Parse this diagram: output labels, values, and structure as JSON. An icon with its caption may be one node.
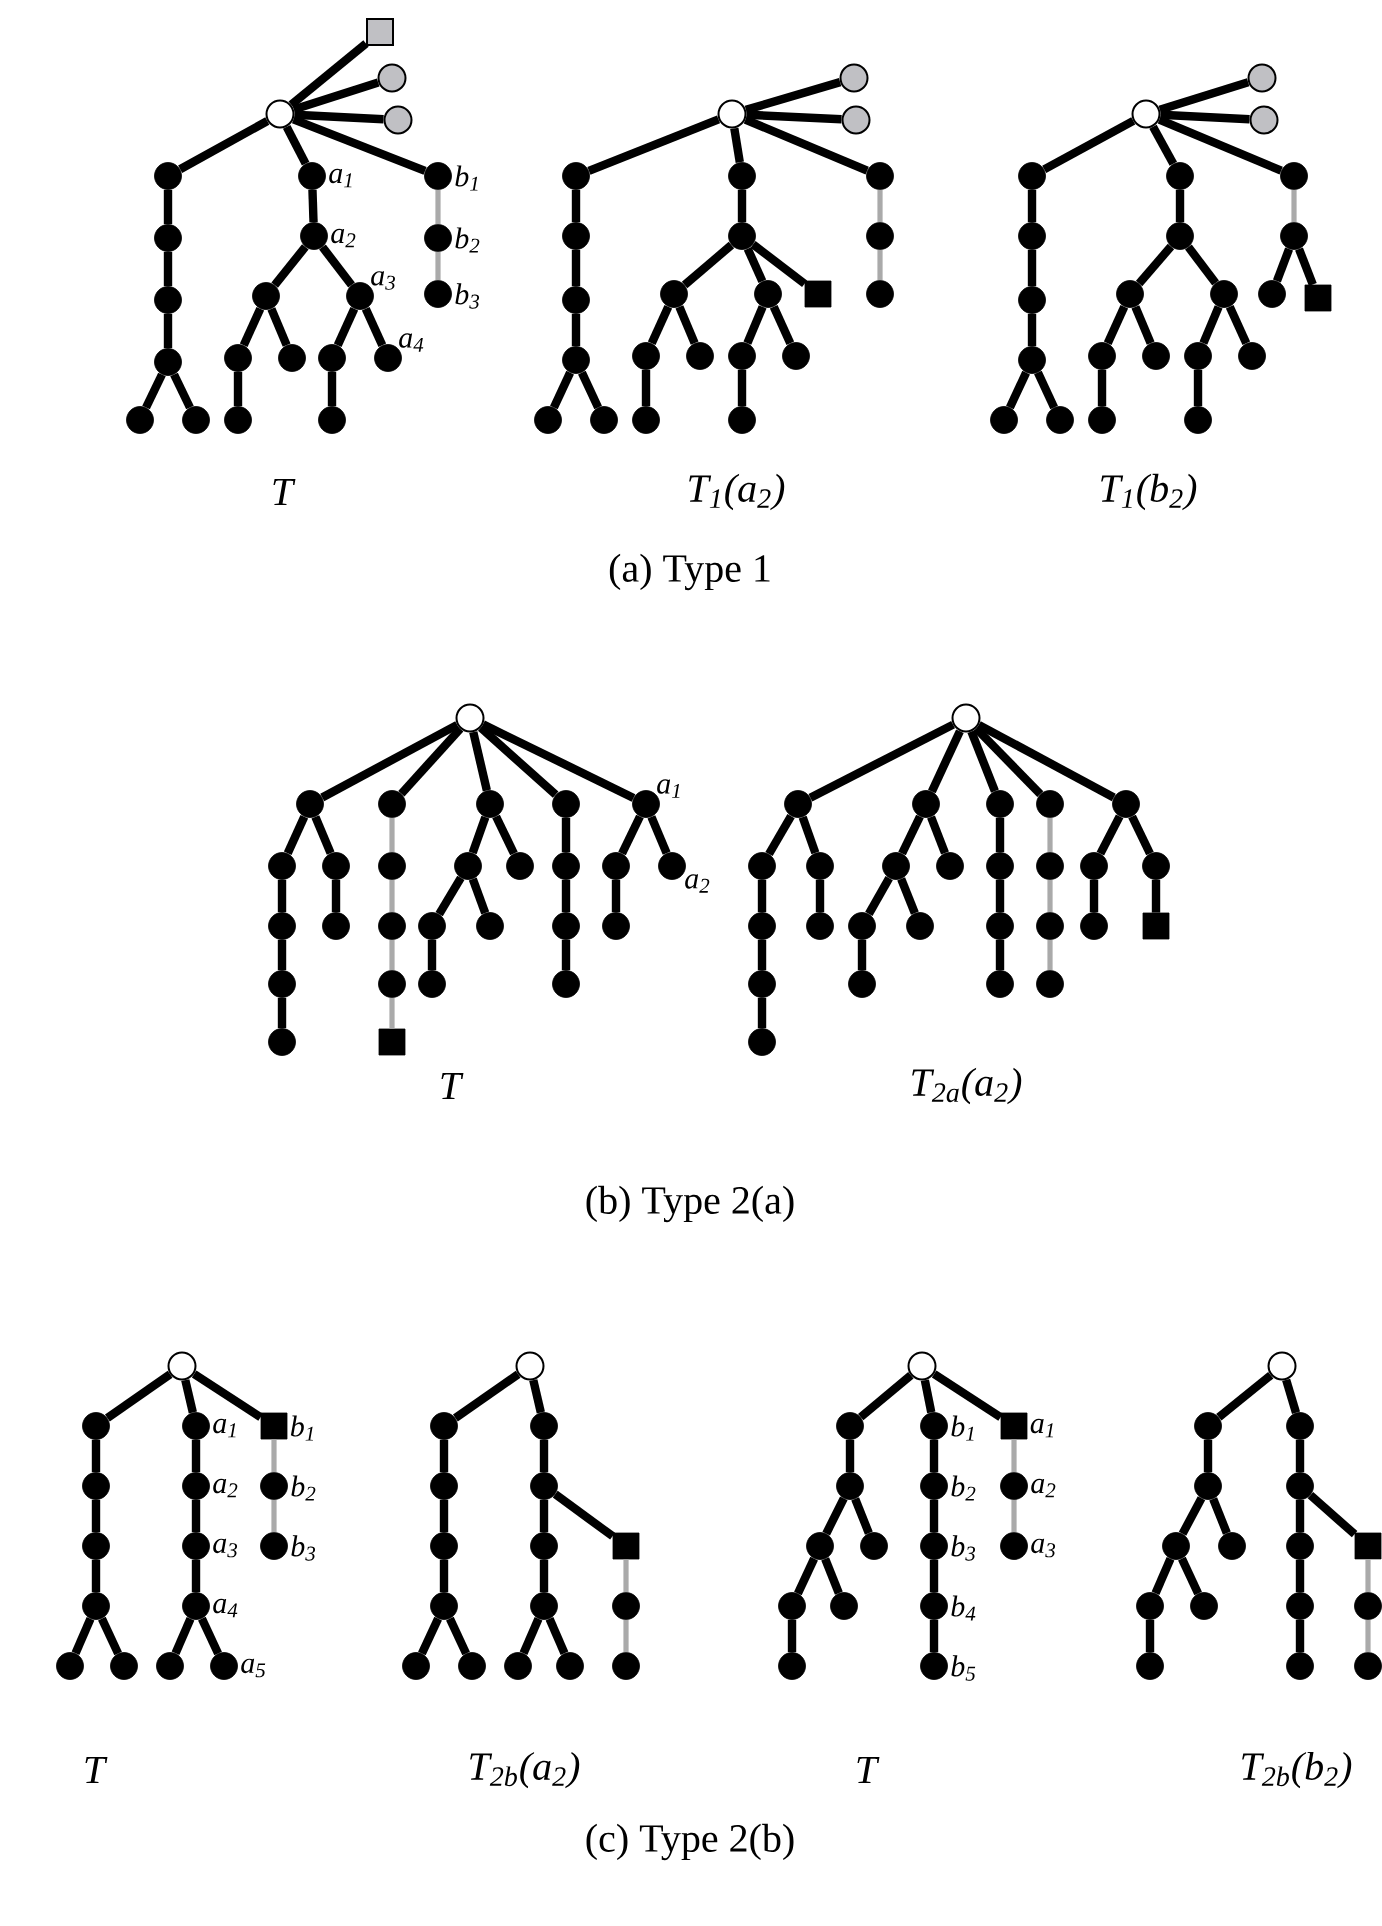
{
  "diagram": {
    "nodes": [
      {
        "text": [],
        "shape": "circle"
      },
      {
        "text": [],
        "shape": "box"
      },
      {
        "text": [],
        "shape": "circle"
      },
      {
        "text": [],
        "shape": "circle"
      },
      {
        "text": [],
        "shape": "circle"
      },
      {
        "text": [],
        "shape": "circle"
      },
      {
        "text": [],
        "shape": "circle"
      },
      {
        "text": [],
        "shape": "circle"
      },
      {
        "text": [],
        "shape": "circle"
      },
      {
        "text": [],
        "shape": "circle"
      },
      {
        "text": [],
        "shape": "circle",
        "beside": [
          "a$_{1}$"
        ]
      },
      {
        "text": [],
        "shape": "circle",
        "beside": [
          "a$_{2}$"
        ]
      },
      {
        "text": [],
        "shape": "circle"
      },
      {
        "text": [],
        "shape": "circle",
        "beside": [
          "a$_{3}$"
        ]
      },
      {
        "text": [],
        "shape": "circle"
      },
      {
        "text": [],
        "shape": "circle"
      },
      {
        "text": [],
        "shape": "circle"
      },
      {
        "text": [],
        "shape": "circle",
        "beside": [
          "a$_{4}$"
        ]
      },
      {
        "text": [],
        "shape": "circle"
      },
      {
        "text": [],
        "shape": "circle"
      },
      {
        "text": [],
        "shape": "circle",
        "beside": [
          "b$_{1}$"
        ]
      },
      {
        "text": [],
        "shape": "circle",
        "beside": [
          "b$_{2}$"
        ]
      },
      {
        "text": [],
        "shape": "circle",
        "beside": [
          "b$_{3}$"
        ]
      },
      {
        "text": [],
        "shape": "circle"
      },
      {
        "text": [],
        "shape": "circle"
      },
      {
        "text": [],
        "shape": "circle"
      },
      {
        "text": [],
        "shape": "circle"
      },
      {
        "text": [],
        "shape": "circle"
      },
      {
        "text": [],
        "shape": "circle"
      },
      {
        "text": [],
        "shape": "circle"
      },
      {
        "text": [],
        "shape": "circle"
      },
      {
        "text": [],
        "shape": "circle"
      },
      {
        "text": [],
        "shape": "circle"
      },
      {
        "text": [],
        "shape": "circle"
      },
      {
        "text": [],
        "shape": "circle"
      },
      {
        "text": [],
        "shape": "circle"
      },
      {
        "text": [],
        "shape": "box"
      },
      {
        "text": [],
        "shape": "circle"
      },
      {
        "text": [],
        "shape": "circle"
      },
      {
        "text": [],
        "shape": "circle"
      },
      {
        "text": [],
        "shape": "circle"
      },
      {
        "text": [],
        "shape": "circle"
      },
      {
        "text": [],
        "shape": "circle"
      },
      {
        "text": [],
        "shape": "circle"
      },
      {
        "text": [],
        "shape": "circle"
      },
      {
        "text": [],
        "shape": "circle"
      },
      {
        "text": [],
        "shape": "circle"
      },
      {
        "text": [],
        "shape": "circle"
      },
      {
        "text": [],
        "shape": "circle"
      },
      {
        "text": [],
        "shape": "circle"
      },
      {
        "text": [],
        "shape": "circle"
      },
      {
        "text": [],
        "shape": "circle"
      },
      {
        "text": [],
        "shape": "circle"
      },
      {
        "text": [],
        "shape": "circle"
      },
      {
        "text": [],
        "shape": "circle"
      },
      {
        "text": [],
        "shape": "circle"
      },
      {
        "text": [],
        "shape": "circle"
      },
      {
        "text": [],
        "shape": "circle"
      },
      {
        "text": [],
        "shape": "circle"
      },
      {
        "text": [],
        "shape": "circle"
      },
      {
        "text": [],
        "shape": "circle"
      },
      {
        "text": [],
        "shape": "circle"
      },
      {
        "text": [],
        "shape": "circle"
      },
      {
        "text": [],
        "shape": "circle"
      },
      {
        "text": [],
        "shape": "circle"
      },
      {
        "text": [],
        "shape": "circle"
      },
      {
        "text": [],
        "shape": "circle"
      },
      {
        "text": [],
        "shape": "circle"
      },
      {
        "text": [],
        "shape": "box"
      },
      {
        "text": [],
        "shape": "circle"
      },
      {
        "text": [],
        "shape": "circle"
      },
      {
        "text": [],
        "shape": "circle"
      },
      {
        "text": [],
        "shape": "circle"
      },
      {
        "text": [],
        "shape": "circle"
      },
      {
        "text": [],
        "shape": "circle"
      },
      {
        "text": [],
        "shape": "circle"
      },
      {
        "text": [],
        "shape": "circle"
      },
      {
        "text": [],
        "shape": "circle"
      },
      {
        "text": [],
        "shape": "circle"
      },
      {
        "text": [],
        "shape": "circle"
      },
      {
        "text": [],
        "shape": "circle"
      },
      {
        "text": [],
        "shape": "box"
      },
      {
        "text": [],
        "shape": "circle"
      },
      {
        "text": [],
        "shape": "circle"
      },
      {
        "text": [],
        "shape": "circle"
      },
      {
        "text": [],
        "shape": "circle"
      },
      {
        "text": [],
        "shape": "circle"
      },
      {
        "text": [],
        "shape": "circle"
      },
      {
        "text": [],
        "shape": "circle"
      },
      {
        "text": [],
        "shape": "circle"
      },
      {
        "text": [],
        "shape": "circle"
      },
      {
        "text": [],
        "shape": "circle"
      },
      {
        "text": [],
        "shape": "circle",
        "beside": [
          "a$_{1}$"
        ]
      },
      {
        "text": [],
        "shape": "circle"
      },
      {
        "text": [],
        "shape": "circle"
      },
      {
        "text": [],
        "shape": "circle",
        "beside": [
          "a$_{2}$"
        ]
      },
      {
        "text": [],
        "shape": "circle"
      },
      {
        "text": [],
        "shape": "circle"
      },
      {
        "text": [],
        "shape": "circle"
      },
      {
        "text": [],
        "shape": "circle"
      },
      {
        "text": [],
        "shape": "circle"
      },
      {
        "text": [],
        "shape": "circle"
      },
      {
        "text": [],
        "shape": "circle"
      },
      {
        "text": [],
        "shape": "circle"
      },
      {
        "text": [],
        "shape": "circle"
      },
      {
        "text": [],
        "shape": "circle"
      },
      {
        "text": [],
        "shape": "circle"
      },
      {
        "text": [],
        "shape": "circle"
      },
      {
        "text": [],
        "shape": "circle"
      },
      {
        "text": [],
        "shape": "circle"
      },
      {
        "text": [],
        "shape": "circle"
      },
      {
        "text": [],
        "shape": "circle"
      },
      {
        "text": [],
        "shape": "circle"
      },
      {
        "text": [],
        "shape": "circle"
      },
      {
        "text": [],
        "shape": "circle"
      },
      {
        "text": [],
        "shape": "circle"
      },
      {
        "text": [],
        "shape": "circle"
      },
      {
        "text": [],
        "shape": "circle"
      },
      {
        "text": [],
        "shape": "circle"
      },
      {
        "text": [],
        "shape": "circle"
      },
      {
        "text": [],
        "shape": "circle"
      },
      {
        "text": [],
        "shape": "circle"
      },
      {
        "text": [],
        "shape": "box"
      },
      {
        "text": [],
        "shape": "circle"
      },
      {
        "text": [],
        "shape": "circle"
      },
      {
        "text": [],
        "shape": "circle"
      },
      {
        "text": [],
        "shape": "circle"
      },
      {
        "text": [],
        "shape": "circle"
      },
      {
        "text": [],
        "shape": "circle"
      },
      {
        "text": [],
        "shape": "circle"
      },
      {
        "text": [],
        "shape": "circle",
        "beside": [
          "a$_{1}$"
        ]
      },
      {
        "text": [],
        "shape": "circle",
        "beside": [
          "a$_{2}$"
        ]
      },
      {
        "text": [],
        "shape": "circle",
        "beside": [
          "a$_{3}$"
        ]
      },
      {
        "text": [],
        "shape": "circle",
        "beside": [
          "a$_{4}$"
        ]
      },
      {
        "text": [],
        "shape": "circle"
      },
      {
        "text": [],
        "shape": "circle",
        "beside": [
          "a$_{5}$"
        ]
      },
      {
        "text": [],
        "shape": "box",
        "beside": [
          "b$_{1}$"
        ]
      },
      {
        "text": [],
        "shape": "circle",
        "beside": [
          "b$_{2}$"
        ]
      },
      {
        "text": [],
        "shape": "circle",
        "beside": [
          "b$_{3}$"
        ]
      },
      {
        "text": [],
        "shape": "circle"
      },
      {
        "text": [],
        "shape": "circle"
      },
      {
        "text": [],
        "shape": "circle"
      },
      {
        "text": [],
        "shape": "circle"
      },
      {
        "text": [],
        "shape": "circle"
      },
      {
        "text": [],
        "shape": "circle"
      },
      {
        "text": [],
        "shape": "circle"
      },
      {
        "text": [],
        "shape": "circle"
      },
      {
        "text": [],
        "shape": "circle"
      },
      {
        "text": [],
        "shape": "circle"
      },
      {
        "text": [],
        "shape": "circle"
      },
      {
        "text": [],
        "shape": "circle"
      },
      {
        "text": [],
        "shape": "circle"
      },
      {
        "text": [],
        "shape": "box"
      },
      {
        "text": [],
        "shape": "circle"
      },
      {
        "text": [],
        "shape": "circle"
      },
      {
        "text": [],
        "shape": "circle"
      },
      {
        "text": [],
        "shape": "circle"
      },
      {
        "text": [],
        "shape": "circle"
      },
      {
        "text": [],
        "shape": "circle"
      },
      {
        "text": [],
        "shape": "circle"
      },
      {
        "text": [],
        "shape": "circle"
      },
      {
        "text": [],
        "shape": "circle"
      },
      {
        "text": [],
        "shape": "circle"
      },
      {
        "text": [],
        "shape": "circle",
        "beside": [
          "b$_{1}$"
        ]
      },
      {
        "text": [],
        "shape": "circle",
        "beside": [
          "b$_{2}$"
        ]
      },
      {
        "text": [],
        "shape": "circle",
        "beside": [
          "b$_{3}$"
        ]
      },
      {
        "text": [],
        "shape": "circle",
        "beside": [
          "b$_{4}$"
        ]
      },
      {
        "text": [],
        "shape": "circle",
        "beside": [
          "b$_{5}$"
        ]
      },
      {
        "text": [],
        "shape": "box",
        "beside": [
          "a$_{1}$"
        ]
      },
      {
        "text": [],
        "shape": "circle",
        "beside": [
          "a$_{2}$"
        ]
      },
      {
        "text": [],
        "shape": "circle",
        "beside": [
          "a$_{3}$"
        ]
      },
      {
        "text": [],
        "shape": "circle"
      },
      {
        "text": [],
        "shape": "circle"
      },
      {
        "text": [],
        "shape": "circle"
      },
      {
        "text": [],
        "shape": "circle"
      },
      {
        "text": [],
        "shape": "circle"
      },
      {
        "text": [],
        "shape": "circle"
      },
      {
        "text": [],
        "shape": "circle"
      },
      {
        "text": [],
        "shape": "circle"
      },
      {
        "text": [],
        "shape": "circle"
      },
      {
        "text": [],
        "shape": "circle"
      },
      {
        "text": [],
        "shape": "circle"
      },
      {
        "text": [],
        "shape": "circle"
      },
      {
        "text": [],
        "shape": "circle"
      },
      {
        "text": [],
        "shape": "box"
      },
      {
        "text": [],
        "shape": "circle"
      },
      {
        "text": [],
        "shape": "circle"
      }
    ],
    "edges": [
      {
        "from": 0,
        "to": 1,
        "arrow": "none"
      },
      {
        "from": 0,
        "to": 2,
        "arrow": "none"
      },
      {
        "from": 0,
        "to": 3,
        "arrow": "none"
      },
      {
        "from": 0,
        "to": 4,
        "arrow": "none"
      },
      {
        "from": 0,
        "to": 10,
        "arrow": "none"
      },
      {
        "from": 0,
        "to": 20,
        "arrow": "none"
      },
      {
        "from": 4,
        "to": 5,
        "arrow": "none"
      },
      {
        "from": 5,
        "to": 6,
        "arrow": "none"
      },
      {
        "from": 6,
        "to": 7,
        "arrow": "none"
      },
      {
        "from": 7,
        "to": 8,
        "arrow": "none"
      },
      {
        "from": 7,
        "to": 9,
        "arrow": "none"
      },
      {
        "from": 10,
        "to": 11,
        "arrow": "none"
      },
      {
        "from": 11,
        "to": 12,
        "arrow": "none"
      },
      {
        "from": 11,
        "to": 13,
        "arrow": "none"
      },
      {
        "from": 12,
        "to": 14,
        "arrow": "none"
      },
      {
        "from": 12,
        "to": 15,
        "arrow": "none"
      },
      {
        "from": 13,
        "to": 16,
        "arrow": "none"
      },
      {
        "from": 13,
        "to": 17,
        "arrow": "none"
      },
      {
        "from": 14,
        "to": 18,
        "arrow": "none"
      },
      {
        "from": 16,
        "to": 19,
        "arrow": "none"
      },
      {
        "from": 20,
        "to": 21,
        "arrow": "none",
        "color": "#aaaaaa"
      },
      {
        "from": 21,
        "to": 22,
        "arrow": "none",
        "color": "#aaaaaa"
      },
      {
        "from": 23,
        "to": 24,
        "arrow": "none"
      },
      {
        "from": 23,
        "to": 25,
        "arrow": "none"
      },
      {
        "from": 23,
        "to": 26,
        "arrow": "none"
      },
      {
        "from": 23,
        "to": 32,
        "arrow": "none"
      },
      {
        "from": 23,
        "to": 43,
        "arrow": "none"
      },
      {
        "from": 26,
        "to": 27,
        "arrow": "none"
      },
      {
        "from": 27,
        "to": 28,
        "arrow": "none"
      },
      {
        "from": 28,
        "to": 29,
        "arrow": "none"
      },
      {
        "from": 29,
        "to": 30,
        "arrow": "none"
      },
      {
        "from": 29,
        "to": 31,
        "arrow": "none"
      },
      {
        "from": 32,
        "to": 33,
        "arrow": "none"
      },
      {
        "from": 33,
        "to": 34,
        "arrow": "none"
      },
      {
        "from": 33,
        "to": 35,
        "arrow": "none"
      },
      {
        "from": 33,
        "to": 36,
        "arrow": "none"
      },
      {
        "from": 34,
        "to": 37,
        "arrow": "none"
      },
      {
        "from": 34,
        "to": 38,
        "arrow": "none"
      },
      {
        "from": 35,
        "to": 39,
        "arrow": "none"
      },
      {
        "from": 35,
        "to": 40,
        "arrow": "none"
      },
      {
        "from": 37,
        "to": 41,
        "arrow": "none"
      },
      {
        "from": 39,
        "to": 42,
        "arrow": "none"
      },
      {
        "from": 43,
        "to": 44,
        "arrow": "none",
        "color": "#aaaaaa"
      },
      {
        "from": 44,
        "to": 45,
        "arrow": "none",
        "color": "#aaaaaa"
      },
      {
        "from": 46,
        "to": 47,
        "arrow": "none"
      },
      {
        "from": 46,
        "to": 48,
        "arrow": "none"
      },
      {
        "from": 46,
        "to": 49,
        "arrow": "none"
      },
      {
        "from": 46,
        "to": 55,
        "arrow": "none"
      },
      {
        "from": 46,
        "to": 65,
        "arrow": "none"
      },
      {
        "from": 49,
        "to": 50,
        "arrow": "none"
      },
      {
        "from": 50,
        "to": 51,
        "arrow": "none"
      },
      {
        "from": 51,
        "to": 52,
        "arrow": "none"
      },
      {
        "from": 52,
        "to": 53,
        "arrow": "none"
      },
      {
        "from": 52,
        "to": 54,
        "arrow": "none"
      },
      {
        "from": 55,
        "to": 56,
        "arrow": "none"
      },
      {
        "from": 56,
        "to": 57,
        "arrow": "none"
      },
      {
        "from": 56,
        "to": 58,
        "arrow": "none"
      },
      {
        "from": 57,
        "to": 59,
        "arrow": "none"
      },
      {
        "from": 57,
        "to": 60,
        "arrow": "none"
      },
      {
        "from": 58,
        "to": 61,
        "arrow": "none"
      },
      {
        "from": 58,
        "to": 62,
        "arrow": "none"
      },
      {
        "from": 59,
        "to": 63,
        "arrow": "none"
      },
      {
        "from": 61,
        "to": 64,
        "arrow": "none"
      },
      {
        "from": 65,
        "to": 66,
        "arrow": "none",
        "color": "#aaaaaa"
      },
      {
        "from": 66,
        "to": 67,
        "arrow": "none"
      },
      {
        "from": 66,
        "to": 68,
        "arrow": "none"
      },
      {
        "from": 69,
        "to": 70,
        "arrow": "none"
      },
      {
        "from": 69,
        "to": 77,
        "arrow": "none"
      },
      {
        "from": 69,
        "to": 82,
        "arrow": "none"
      },
      {
        "from": 69,
        "to": 88,
        "arrow": "none"
      },
      {
        "from": 69,
        "to": 92,
        "arrow": "none"
      },
      {
        "from": 70,
        "to": 71,
        "arrow": "none"
      },
      {
        "from": 71,
        "to": 72,
        "arrow": "none"
      },
      {
        "from": 72,
        "to": 73,
        "arrow": "none"
      },
      {
        "from": 73,
        "to": 74,
        "arrow": "none"
      },
      {
        "from": 70,
        "to": 75,
        "arrow": "none"
      },
      {
        "from": 75,
        "to": 76,
        "arrow": "none"
      },
      {
        "from": 77,
        "to": 78,
        "arrow": "none",
        "color": "#aaaaaa"
      },
      {
        "from": 78,
        "to": 79,
        "arrow": "none",
        "color": "#aaaaaa"
      },
      {
        "from": 79,
        "to": 80,
        "arrow": "none",
        "color": "#aaaaaa"
      },
      {
        "from": 80,
        "to": 81,
        "arrow": "none",
        "color": "#aaaaaa"
      },
      {
        "from": 82,
        "to": 83,
        "arrow": "none"
      },
      {
        "from": 83,
        "to": 84,
        "arrow": "none"
      },
      {
        "from": 84,
        "to": 85,
        "arrow": "none"
      },
      {
        "from": 83,
        "to": 86,
        "arrow": "none"
      },
      {
        "from": 82,
        "to": 87,
        "arrow": "none"
      },
      {
        "from": 88,
        "to": 89,
        "arrow": "none"
      },
      {
        "from": 89,
        "to": 90,
        "arrow": "none"
      },
      {
        "from": 90,
        "to": 91,
        "arrow": "none"
      },
      {
        "from": 92,
        "to": 93,
        "arrow": "none"
      },
      {
        "from": 93,
        "to": 94,
        "arrow": "none"
      },
      {
        "from": 92,
        "to": 95,
        "arrow": "none"
      },
      {
        "from": 96,
        "to": 97,
        "arrow": "none"
      },
      {
        "from": 96,
        "to": 104,
        "arrow": "none"
      },
      {
        "from": 96,
        "to": 110,
        "arrow": "none"
      },
      {
        "from": 96,
        "to": 114,
        "arrow": "none"
      },
      {
        "from": 96,
        "to": 118,
        "arrow": "none"
      },
      {
        "from": 97,
        "to": 98,
        "arrow": "none"
      },
      {
        "from": 98,
        "to": 99,
        "arrow": "none"
      },
      {
        "from": 99,
        "to": 100,
        "arrow": "none"
      },
      {
        "from": 100,
        "to": 101,
        "arrow": "none"
      },
      {
        "from": 97,
        "to": 102,
        "arrow": "none"
      },
      {
        "from": 102,
        "to": 103,
        "arrow": "none"
      },
      {
        "from": 104,
        "to": 105,
        "arrow": "none"
      },
      {
        "from": 105,
        "to": 106,
        "arrow": "none"
      },
      {
        "from": 106,
        "to": 107,
        "arrow": "none"
      },
      {
        "from": 105,
        "to": 108,
        "arrow": "none"
      },
      {
        "from": 104,
        "to": 109,
        "arrow": "none"
      },
      {
        "from": 110,
        "to": 111,
        "arrow": "none"
      },
      {
        "from": 111,
        "to": 112,
        "arrow": "none"
      },
      {
        "from": 112,
        "to": 113,
        "arrow": "none"
      },
      {
        "from": 114,
        "to": 115,
        "arrow": "none",
        "color": "#aaaaaa"
      },
      {
        "from": 115,
        "to": 116,
        "arrow": "none",
        "color": "#aaaaaa"
      },
      {
        "from": 116,
        "to": 117,
        "arrow": "none",
        "color": "#aaaaaa"
      },
      {
        "from": 118,
        "to": 119,
        "arrow": "none"
      },
      {
        "from": 119,
        "to": 120,
        "arrow": "none"
      },
      {
        "from": 118,
        "to": 121,
        "arrow": "none"
      },
      {
        "from": 121,
        "to": 122,
        "arrow": "none"
      },
      {
        "from": 123,
        "to": 124,
        "arrow": "none"
      },
      {
        "from": 123,
        "to": 130,
        "arrow": "none"
      },
      {
        "from": 123,
        "to": 136,
        "arrow": "none"
      },
      {
        "from": 124,
        "to": 125,
        "arrow": "none"
      },
      {
        "from": 125,
        "to": 126,
        "arrow": "none"
      },
      {
        "from": 126,
        "to": 127,
        "arrow": "none"
      },
      {
        "from": 127,
        "to": 128,
        "arrow": "none"
      },
      {
        "from": 127,
        "to": 129,
        "arrow": "none"
      },
      {
        "from": 130,
        "to": 131,
        "arrow": "none"
      },
      {
        "from": 131,
        "to": 132,
        "arrow": "none"
      },
      {
        "from": 132,
        "to": 133,
        "arrow": "none"
      },
      {
        "from": 133,
        "to": 134,
        "arrow": "none"
      },
      {
        "from": 133,
        "to": 135,
        "arrow": "none"
      },
      {
        "from": 136,
        "to": 137,
        "arrow": "none",
        "color": "#aaaaaa"
      },
      {
        "from": 137,
        "to": 138,
        "arrow": "none",
        "color": "#aaaaaa"
      },
      {
        "from": 139,
        "to": 140,
        "arrow": "none"
      },
      {
        "from": 139,
        "to": 146,
        "arrow": "none"
      },
      {
        "from": 140,
        "to": 141,
        "arrow": "none"
      },
      {
        "from": 141,
        "to": 142,
        "arrow": "none"
      },
      {
        "from": 142,
        "to": 143,
        "arrow": "none"
      },
      {
        "from": 143,
        "to": 144,
        "arrow": "none"
      },
      {
        "from": 143,
        "to": 145,
        "arrow": "none"
      },
      {
        "from": 146,
        "to": 147,
        "arrow": "none"
      },
      {
        "from": 147,
        "to": 148,
        "arrow": "none"
      },
      {
        "from": 148,
        "to": 149,
        "arrow": "none"
      },
      {
        "from": 149,
        "to": 150,
        "arrow": "none"
      },
      {
        "from": 149,
        "to": 151,
        "arrow": "none"
      },
      {
        "from": 147,
        "to": 152,
        "arrow": "none"
      },
      {
        "from": 152,
        "to": 153,
        "arrow": "none",
        "color": "#aaaaaa"
      },
      {
        "from": 153,
        "to": 154,
        "arrow": "none",
        "color": "#aaaaaa"
      },
      {
        "from": 155,
        "to": 156,
        "arrow": "none"
      },
      {
        "from": 155,
        "to": 163,
        "arrow": "none"
      },
      {
        "from": 155,
        "to": 168,
        "arrow": "none"
      },
      {
        "from": 156,
        "to": 157,
        "arrow": "none"
      },
      {
        "from": 157,
        "to": 158,
        "arrow": "none"
      },
      {
        "from": 158,
        "to": 159,
        "arrow": "none"
      },
      {
        "from": 159,
        "to": 160,
        "arrow": "none"
      },
      {
        "from": 158,
        "to": 161,
        "arrow": "none"
      },
      {
        "from": 157,
        "to": 162,
        "arrow": "none"
      },
      {
        "from": 163,
        "to": 164,
        "arrow": "none"
      },
      {
        "from": 164,
        "to": 165,
        "arrow": "none"
      },
      {
        "from": 165,
        "to": 166,
        "arrow": "none"
      },
      {
        "from": 166,
        "to": 167,
        "arrow": "none"
      },
      {
        "from": 168,
        "to": 169,
        "arrow": "none",
        "color": "#aaaaaa"
      },
      {
        "from": 169,
        "to": 170,
        "arrow": "none",
        "color": "#aaaaaa"
      },
      {
        "from": 171,
        "to": 172,
        "arrow": "none"
      },
      {
        "from": 171,
        "to": 179,
        "arrow": "none"
      },
      {
        "from": 172,
        "to": 173,
        "arrow": "none"
      },
      {
        "from": 173,
        "to": 174,
        "arrow": "none"
      },
      {
        "from": 174,
        "to": 175,
        "arrow": "none"
      },
      {
        "from": 175,
        "to": 176,
        "arrow": "none"
      },
      {
        "from": 174,
        "to": 177,
        "arrow": "none"
      },
      {
        "from": 173,
        "to": 178,
        "arrow": "none"
      },
      {
        "from": 179,
        "to": 180,
        "arrow": "none"
      },
      {
        "from": 180,
        "to": 181,
        "arrow": "none"
      },
      {
        "from": 181,
        "to": 182,
        "arrow": "none"
      },
      {
        "from": 182,
        "to": 183,
        "arrow": "none"
      },
      {
        "from": 180,
        "to": 184,
        "arrow": "none"
      },
      {
        "from": 184,
        "to": 185,
        "arrow": "none",
        "color": "#aaaaaa"
      },
      {
        "from": 185,
        "to": 186,
        "arrow": "none",
        "color": "#aaaaaa"
      }
    ],
    "labels": [
      "T",
      "T$_{1}$(a$_{2}$)",
      "T$_{1}$(b$_{2}$)",
      "(a) Type 1",
      "T",
      "T$_{2a}$(a$_{2}$)",
      "(b) Type 2(a)",
      "T",
      "T$_{2b}$(a$_{2}$)",
      "T",
      "T$_{2b}$(b$_{2}$)",
      "(c) Type 2(b)"
    ]
  }
}
